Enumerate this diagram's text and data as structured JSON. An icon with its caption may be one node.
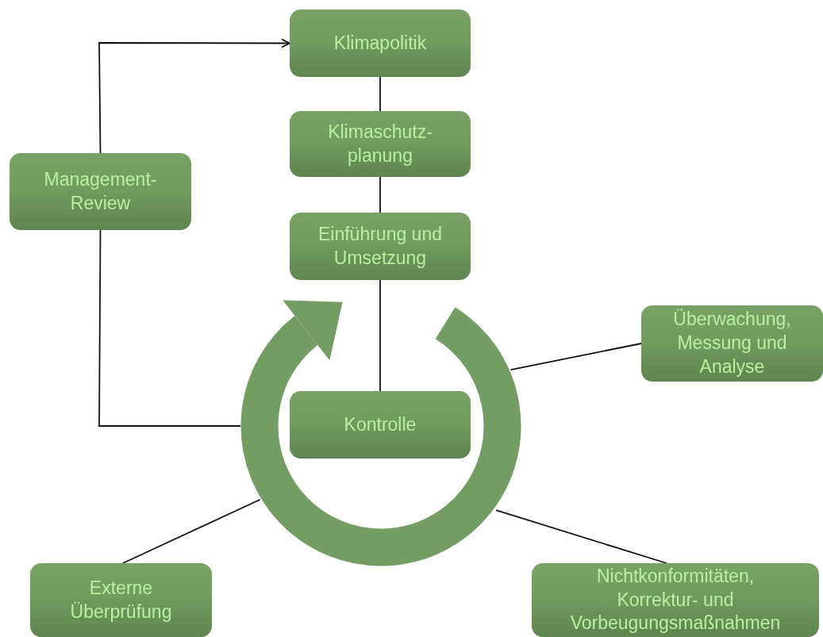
{
  "diagram": {
    "nodes": [
      {
        "text": [
          "Klimapolitik"
        ]
      },
      {
        "text": [
          "Klimaschutz- planung"
        ]
      },
      {
        "text": [
          "Management- Review"
        ]
      },
      {
        "text": [
          "Einführung und Umsetzung"
        ]
      },
      {
        "text": [],
        "shape": "circle"
      },
      {
        "text": [
          "Überwachung, Messung und Analyse"
        ]
      },
      {
        "text": [
          "Kontrolle"
        ],
        "in": 4
      },
      {
        "text": [
          "Externe Überprüfung"
        ]
      },
      {
        "text": [
          "Nichtkonformitäten, Korrektur- und Vorbeugungsmaßnahmen"
        ]
      }
    ],
    "edges": [
      {
        "from": 2,
        "to": 0,
        "arrow": "to"
      },
      {
        "from": 0,
        "to": 1,
        "arrow": "none"
      },
      {
        "from": 1,
        "to": 3,
        "arrow": "none"
      },
      {
        "from": 3,
        "to": 6,
        "arrow": "none"
      },
      {
        "from": 4,
        "to": 2,
        "arrow": "none"
      },
      {
        "from": 5,
        "to": 4,
        "arrow": "none"
      },
      {
        "from": 7,
        "to": 4,
        "arrow": "none"
      },
      {
        "from": 8,
        "to": 4,
        "arrow": "none"
      }
    ]
  }
}
